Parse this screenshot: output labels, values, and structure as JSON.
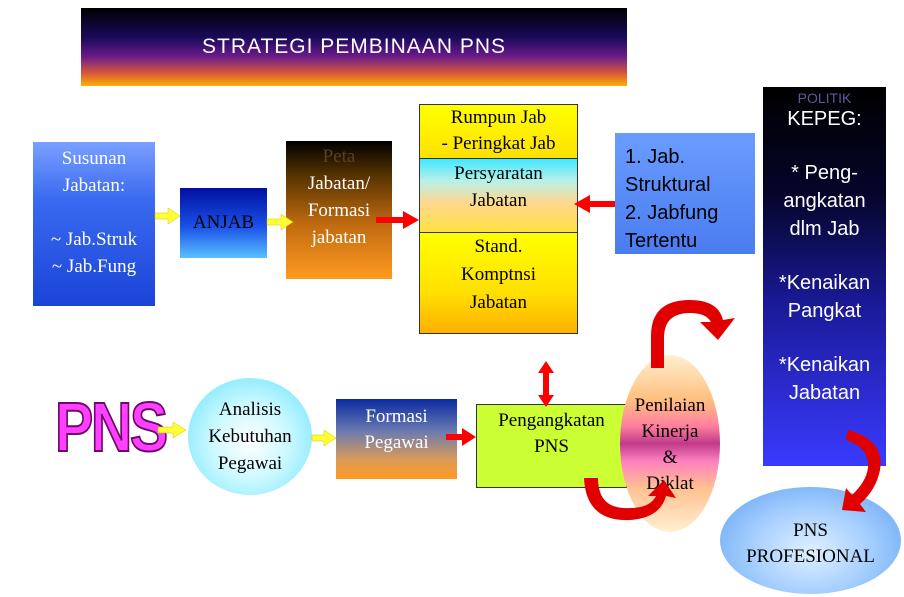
{
  "title": "STRATEGI  PEMBINAAN  PNS",
  "susunan": {
    "line1": "Susunan",
    "line2": "Jabatan:",
    "item1": "~ Jab.Struk",
    "item2": "~ Jab.Fung"
  },
  "anjab": "ANJAB",
  "peta": {
    "line1": "Peta",
    "line2": "Jabatan/",
    "line3": "Formasi",
    "line4": "jabatan"
  },
  "rumpun": {
    "line1": "Rumpun Jab",
    "line2": "- Peringkat Jab"
  },
  "persyaratan": {
    "line1": "Persyaratan",
    "line2": "Jabatan"
  },
  "stand": {
    "line1": "Stand.",
    "line2": "Komptnsi",
    "line3": "Jabatan"
  },
  "jab_types": {
    "line1": "1. Jab.",
    "line2": "Struktural",
    "line3": "2. Jabfung",
    "line4": "Tertentu"
  },
  "kepeg": {
    "faded": "POLITIK",
    "header": "KEPEG:",
    "item1a": "* Peng-",
    "item1b": "angkatan",
    "item1c": "dlm Jab",
    "item2a": "*Kenaikan",
    "item2b": "Pangkat",
    "item3a": "*Kenaikan",
    "item3b": "Jabatan"
  },
  "pns_word": "PNS",
  "analisis": {
    "line1": "Analisis",
    "line2": "Kebutuhan",
    "line3": "Pegawai"
  },
  "formasi": {
    "line1": "Formasi",
    "line2": "Pegawai"
  },
  "pengangkatan": {
    "line1": "Pengangkatan",
    "line2": "PNS"
  },
  "penilaian": {
    "line1": "Penilaian",
    "line2": "Kinerja",
    "line3": "&",
    "line4": "Diklat"
  },
  "profesional": {
    "line1": "PNS",
    "line2": "PROFESIONAL"
  },
  "colors": {
    "yellow_arrow": "#ffff33",
    "red_arrow": "#ff0000"
  }
}
